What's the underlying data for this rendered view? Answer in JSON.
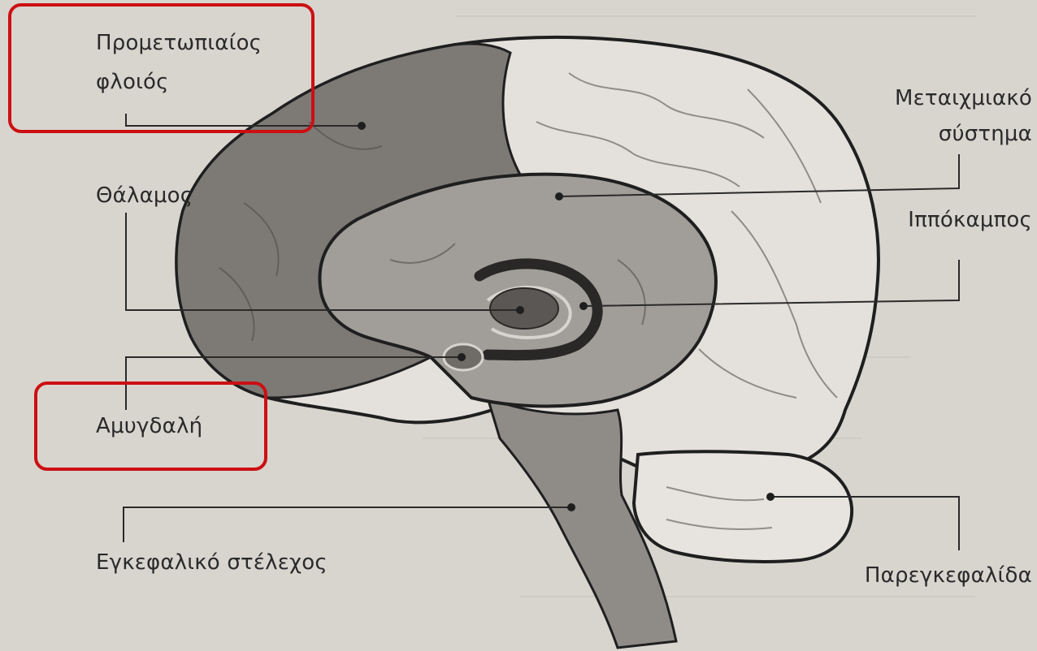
{
  "labels": {
    "prefrontal_line1": "Προμετωπιαίος",
    "prefrontal_line2": "φλοιός",
    "thalamus": "Θάλαμος",
    "amygdala": "Αμυγδαλή",
    "brainstem": "Εγκεφαλικό στέλεχος",
    "limbic_line1": "Μεταιχμιακό",
    "limbic_line2": "σύστημα",
    "hippocampus": "Ιππόκαμπος",
    "cerebellum": "Παρεγκεφαλίδα"
  },
  "highlighted": [
    "prefrontal",
    "amygdala"
  ],
  "colors": {
    "background": "#d8d5cf",
    "highlight": "#cc0f12",
    "prefrontal_fill": "#7d7a76",
    "limbic_fill": "#a19e9a",
    "brainstem_fill": "#8f8c88",
    "thalamus_fill": "#5a5754",
    "outline": "#1f1f1f"
  }
}
